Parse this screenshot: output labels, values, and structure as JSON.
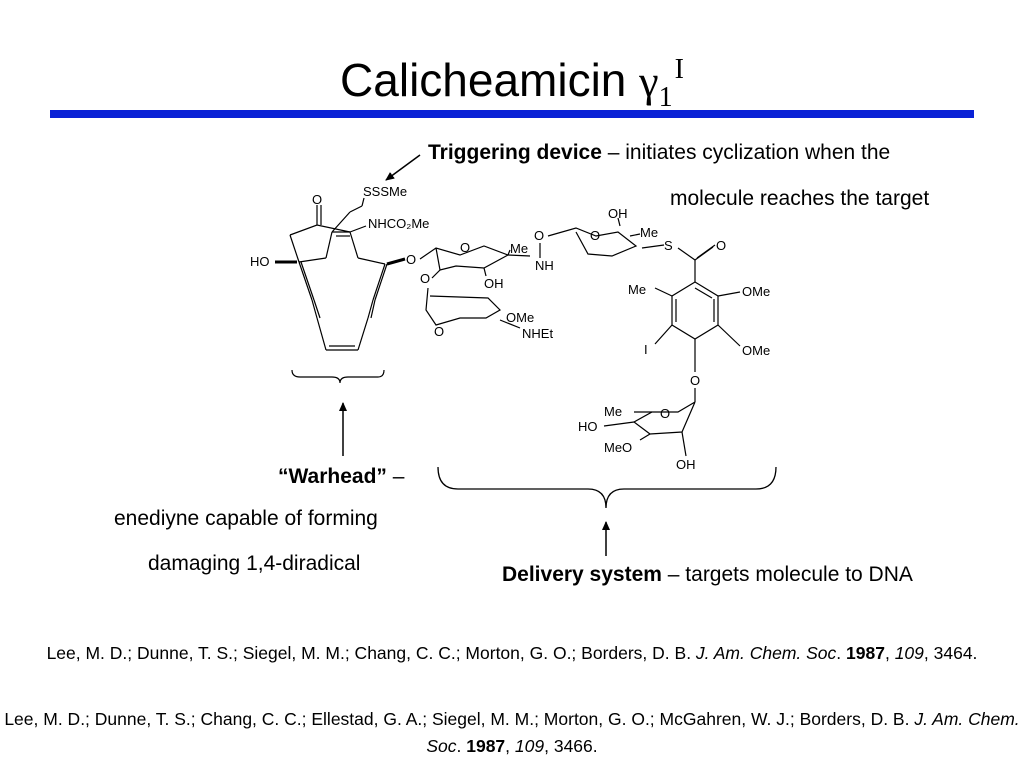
{
  "title": {
    "text": "Calicheamicin ",
    "greek": "γ",
    "sub": "1",
    "sup": "I"
  },
  "triggering": {
    "bold": "Triggering device",
    "line1": " – initiates cyclization when the",
    "line2": "molecule reaches the target"
  },
  "warhead": {
    "bold": "“Warhead”",
    "dash": " –",
    "line2": "enediyne capable of forming",
    "line3": "damaging 1,4-diradical"
  },
  "delivery": {
    "bold": "Delivery system",
    "text": " – targets molecule to DNA"
  },
  "structure_labels": {
    "o_ketone": "O",
    "sssme": "SSSMe",
    "nhco2me": "NHCO₂Me",
    "ho": "HO",
    "o_link": "O",
    "o_ring1": "O",
    "me1": "Me",
    "nh": "NH",
    "oh1": "OH",
    "o_n": "O",
    "o_ring2": "O",
    "oh2": "OH",
    "me2": "Me",
    "s": "S",
    "o_carbonyl": "O",
    "o_sugar3": "O",
    "ome1": "OMe",
    "o_ring3": "O",
    "nhet": "NHEt",
    "me_ar": "Me",
    "ome_ar1": "OMe",
    "i": "I",
    "ome_ar2": "OMe",
    "o_ar": "O",
    "me4": "Me",
    "o_ring4": "O",
    "ho4": "HO",
    "meo4": "MeO",
    "oh4": "OH"
  },
  "references": {
    "ref1": {
      "authors": "Lee, M. D.; Dunne, T. S.; Siegel, M. M.; Chang, C. C.; Morton, G. O.; Borders, D. B. ",
      "journal": "J. Am. Chem. Soc",
      "dot": ". ",
      "year": "1987",
      "sep1": ", ",
      "volume": "109",
      "pages": ", 3464."
    },
    "ref2": {
      "authors": "Lee, M. D.; Dunne, T. S.; Chang, C. C.; Ellestad, G. A.; Siegel, M. M.; Morton, G. O.; McGahren, W. J.; Borders, D. B. ",
      "journal": "J. Am. Chem. Soc",
      "dot": ". ",
      "year": "1987",
      "sep1": ", ",
      "volume": "109",
      "pages": ", 3466."
    }
  }
}
